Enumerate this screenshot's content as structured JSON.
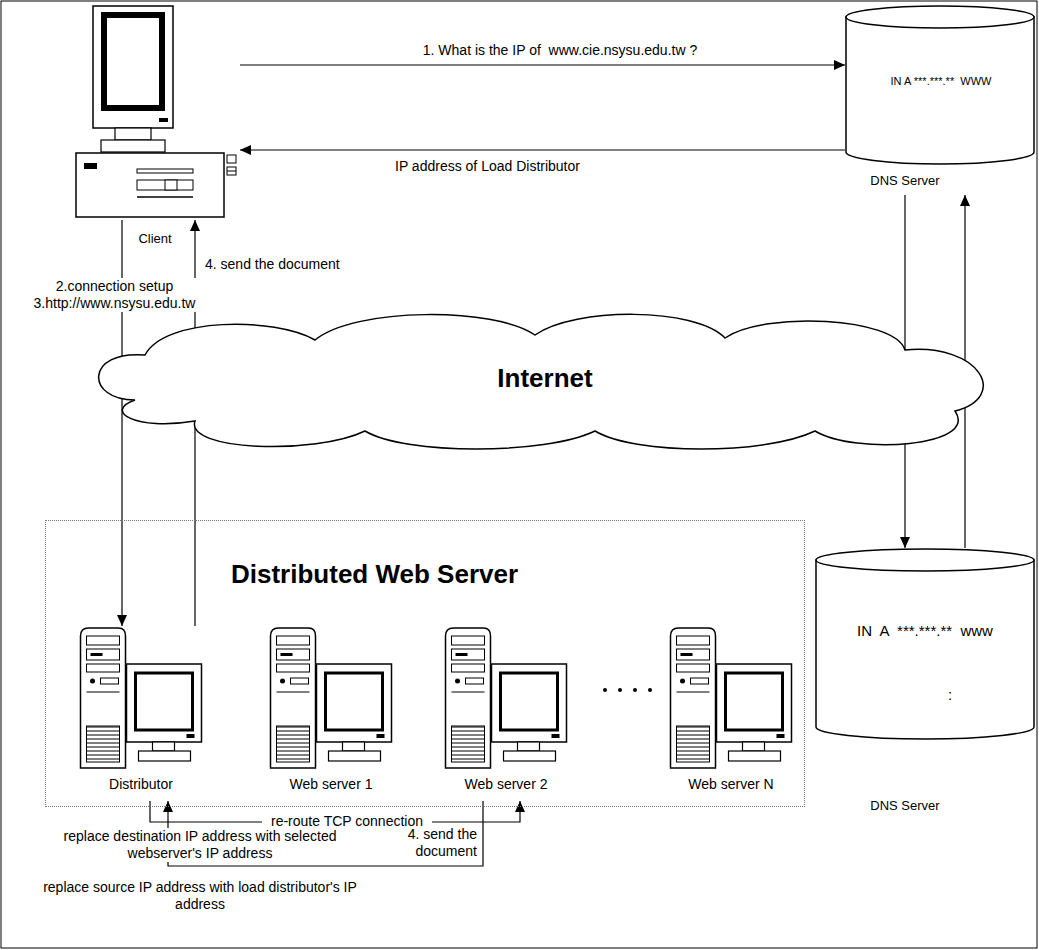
{
  "diagram": {
    "nodes": [
      {
        "text": [
          "Client"
        ]
      },
      {
        "text": [
          "IN A ***.***.**  WWW",
          "DNS Server"
        ]
      },
      {
        "text": [
          "Internet"
        ]
      },
      {
        "text": [
          "Distributed Web Server"
        ]
      },
      {
        "text": [
          "Distributor"
        ],
        "in": 3
      },
      {
        "text": [
          "Web server 1"
        ],
        "in": 3
      },
      {
        "text": [
          "Web server 2"
        ],
        "in": 3
      },
      {
        "text": [
          "Web server N"
        ],
        "in": 3
      },
      {
        "text": [
          "IN  A  ***.***.**  www",
          ":",
          "DNS Server"
        ]
      }
    ],
    "edges": [
      {
        "from": 0,
        "to": 1,
        "arrow": "to",
        "label": "1. What is the IP of  www.cie.nsysu.edu.tw ?"
      },
      {
        "from": 1,
        "to": 0,
        "arrow": "to",
        "label": "IP address of Load Distributor"
      },
      {
        "from": 0,
        "to": 4,
        "arrow": "to",
        "label": "2.connection setup 3.http://www.nsysu.edu.tw"
      },
      {
        "from": 4,
        "to": 0,
        "arrow": "to",
        "label": "4. send the document"
      },
      {
        "from": 1,
        "to": 8,
        "arrow": "to"
      },
      {
        "from": 8,
        "to": 1,
        "arrow": "to"
      },
      {
        "from": 4,
        "to": 6,
        "arrow": "to",
        "label": "re-route TCP connection"
      },
      {
        "from": 6,
        "to": 4,
        "arrow": "to",
        "label": "4. send the document"
      }
    ],
    "labels": [
      "replace destination IP address with selected webserver's IP address",
      "replace source IP address with load distributor's IP address"
    ]
  }
}
